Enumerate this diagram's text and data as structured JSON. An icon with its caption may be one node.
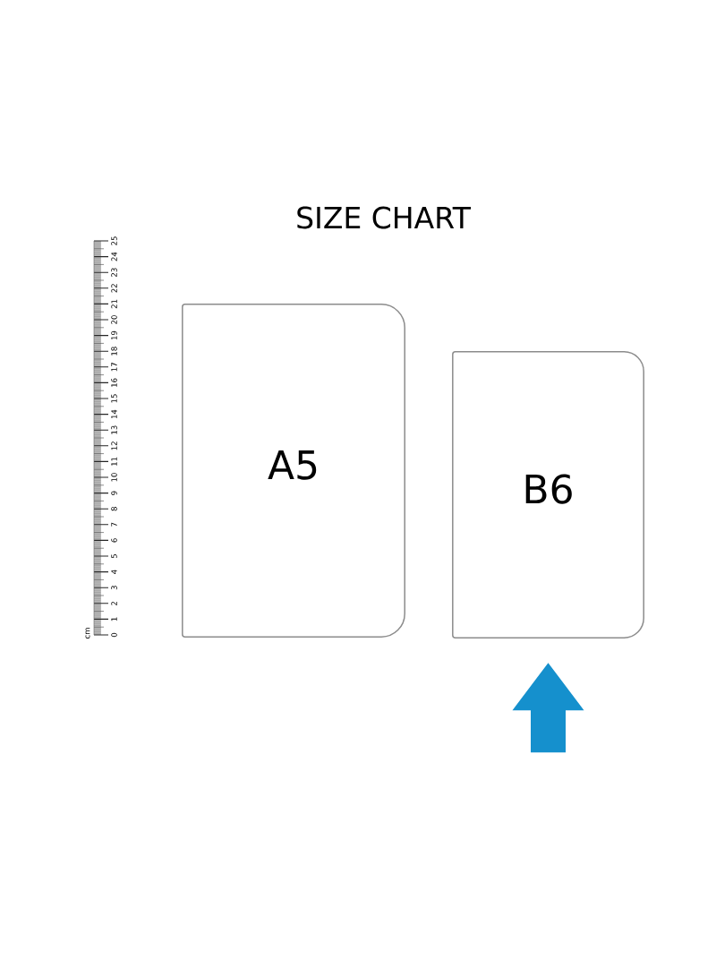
{
  "diagram": {
    "title": "SIZE CHART",
    "nodes": [
      {
        "text": [
          "A5"
        ]
      },
      {
        "text": [
          "B6"
        ]
      }
    ],
    "labels": [
      "cm",
      "0",
      "1",
      "2",
      "3",
      "4",
      "5",
      "6",
      "7",
      "8",
      "9",
      "10",
      "11",
      "12",
      "13",
      "14",
      "15",
      "16",
      "17",
      "18",
      "19",
      "20",
      "21",
      "22",
      "23",
      "24",
      "25"
    ]
  }
}
